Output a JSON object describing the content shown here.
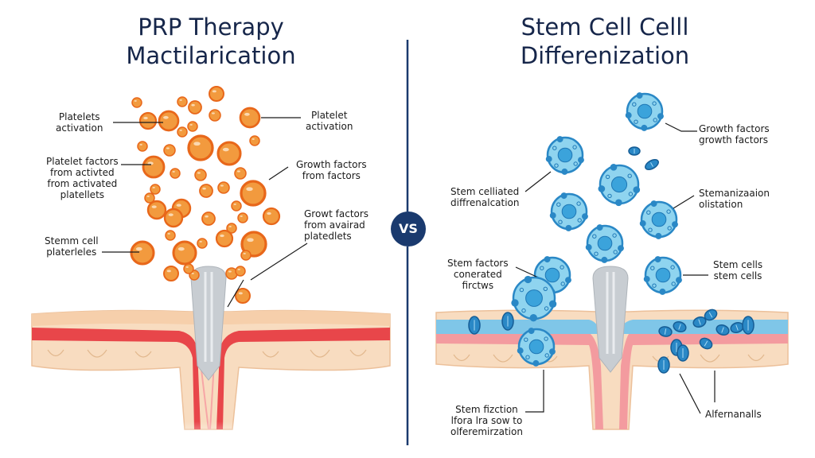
{
  "comparison_badge": "VS",
  "colors": {
    "title_text": "#16264a",
    "divider": "#1a3a6e",
    "platelet_fill": "#f29a3e",
    "platelet_stroke": "#e8671a",
    "stem_cell_fill": "#8fd4ef",
    "stem_cell_stroke": "#2a88c6",
    "stem_nucleus": "#3ba3db",
    "blood_red": "#e8464a",
    "skin_tan": "#f8dcc0",
    "needle_gray": "#c8cdd2",
    "blue_layer": "#7fc6e8"
  },
  "left_panel": {
    "title_lines": [
      "PRP Therapy",
      "Mactilarication"
    ],
    "labels": [
      {
        "id": "platelets-activation",
        "lines": [
          "Platelets",
          "activation"
        ]
      },
      {
        "id": "platelet-factors",
        "lines": [
          "Platelet factors",
          "from activted",
          "from activated",
          "platellets"
        ]
      },
      {
        "id": "stem-cell-platerleles",
        "lines": [
          "Stemm cell",
          "platerleles"
        ]
      },
      {
        "id": "platelet-activation-right",
        "lines": [
          "Platelet",
          "activation"
        ]
      },
      {
        "id": "growth-factors",
        "lines": [
          "Growth factors",
          "from factors"
        ]
      },
      {
        "id": "growt-factors",
        "lines": [
          "Growt factors",
          "from avairad",
          "platedlets"
        ]
      }
    ]
  },
  "right_panel": {
    "title_lines": [
      "Stem Cell Celll",
      "Differenization"
    ],
    "labels": [
      {
        "id": "growth-factors-top",
        "lines": [
          "Growth factors",
          "growth factors"
        ]
      },
      {
        "id": "stemanization",
        "lines": [
          "Stemanizaaion",
          "olistation"
        ]
      },
      {
        "id": "stem-celliated",
        "lines": [
          "Stem celliated",
          "diffrenalcation"
        ]
      },
      {
        "id": "stem-factors",
        "lines": [
          "Stem factors",
          "conerated",
          "firctws"
        ]
      },
      {
        "id": "stem-cells",
        "lines": [
          "Stem cells",
          "stem cells"
        ]
      },
      {
        "id": "stem-fiction",
        "lines": [
          "Stem fizction",
          "lfora lra sow to",
          "olferemirzation"
        ]
      },
      {
        "id": "alfernanalls",
        "lines": [
          "Alfernanalls"
        ]
      }
    ]
  }
}
